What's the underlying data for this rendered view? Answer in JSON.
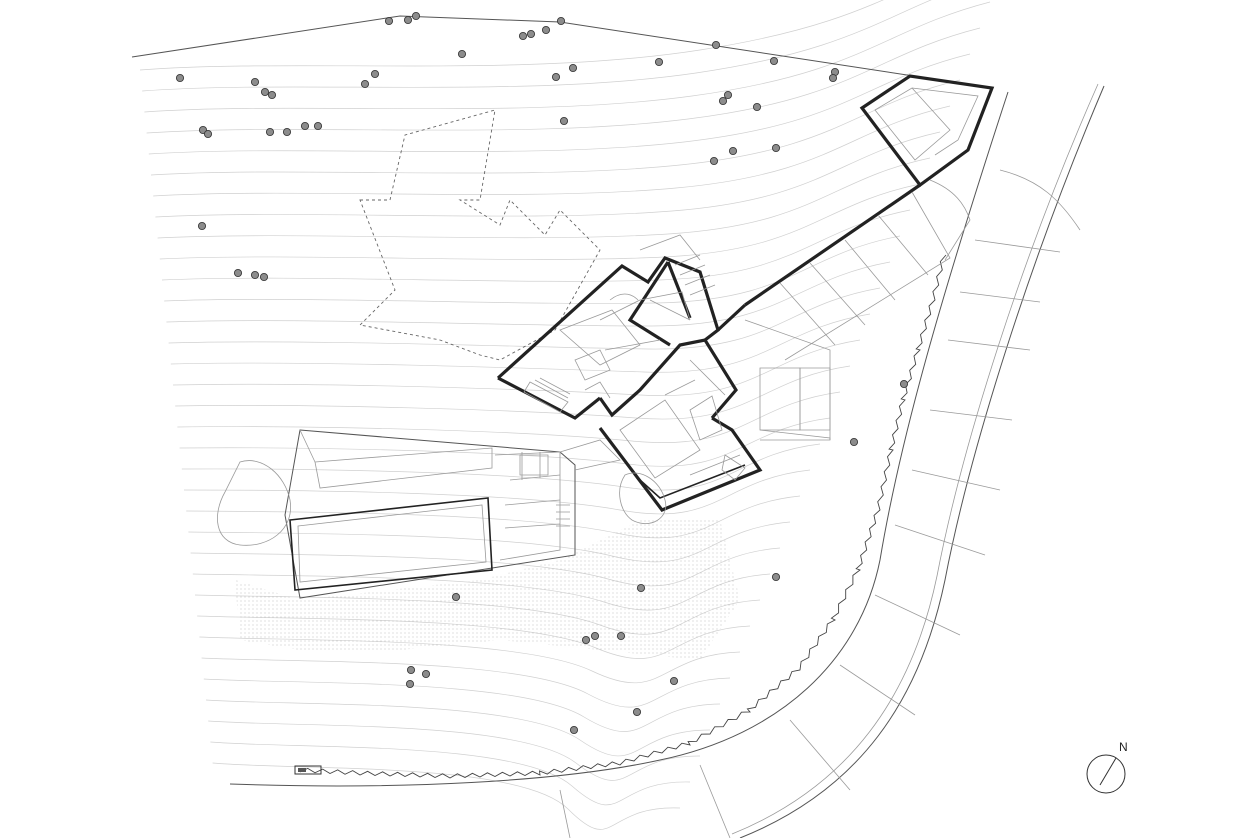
{
  "drawing": {
    "type": "site plan",
    "north_label": "N"
  },
  "elements": {
    "house": "main-house",
    "pool": "swimming-pool",
    "garage": "carport",
    "terrain": "topographic-contours",
    "road": "curved-access-road",
    "trees": "tree-markers",
    "compass": "north-arrow"
  },
  "colors": {
    "background": "#ffffff",
    "wall": "#222222",
    "contour": "#d0d0d0",
    "tree_fill": "#8c8c8c"
  }
}
